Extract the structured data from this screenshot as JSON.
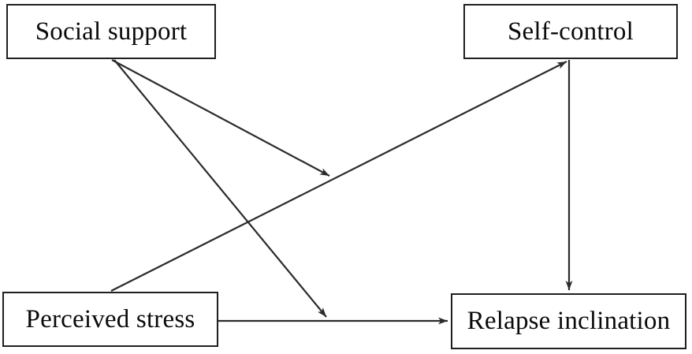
{
  "diagram": {
    "type": "path-model",
    "description": "Moderated mediation path diagram: perceived stress predicts self-control and relapse inclination; self-control predicts relapse inclination; social support points at (moderates) the perceived stress to self-control path and the perceived stress to relapse inclination path.",
    "nodes": [
      {
        "id": "social-support",
        "label": "Social support"
      },
      {
        "id": "self-control",
        "label": "Self-control"
      },
      {
        "id": "perceived-stress",
        "label": "Perceived stress"
      },
      {
        "id": "relapse-inclination",
        "label": "Relapse inclination"
      }
    ],
    "edges": [
      {
        "from": "perceived-stress",
        "to": "self-control",
        "type": "direct"
      },
      {
        "from": "perceived-stress",
        "to": "relapse-inclination",
        "type": "direct"
      },
      {
        "from": "self-control",
        "to": "relapse-inclination",
        "type": "direct"
      },
      {
        "from": "social-support",
        "to": "path:perceived-stress->self-control",
        "type": "moderation"
      },
      {
        "from": "social-support",
        "to": "path:perceived-stress->relapse-inclination",
        "type": "moderation"
      }
    ],
    "colors": {
      "background": "#ffffff",
      "line": "#2b2b2b",
      "box_border": "#1f1f1f",
      "text": "#0a0a0a"
    }
  }
}
